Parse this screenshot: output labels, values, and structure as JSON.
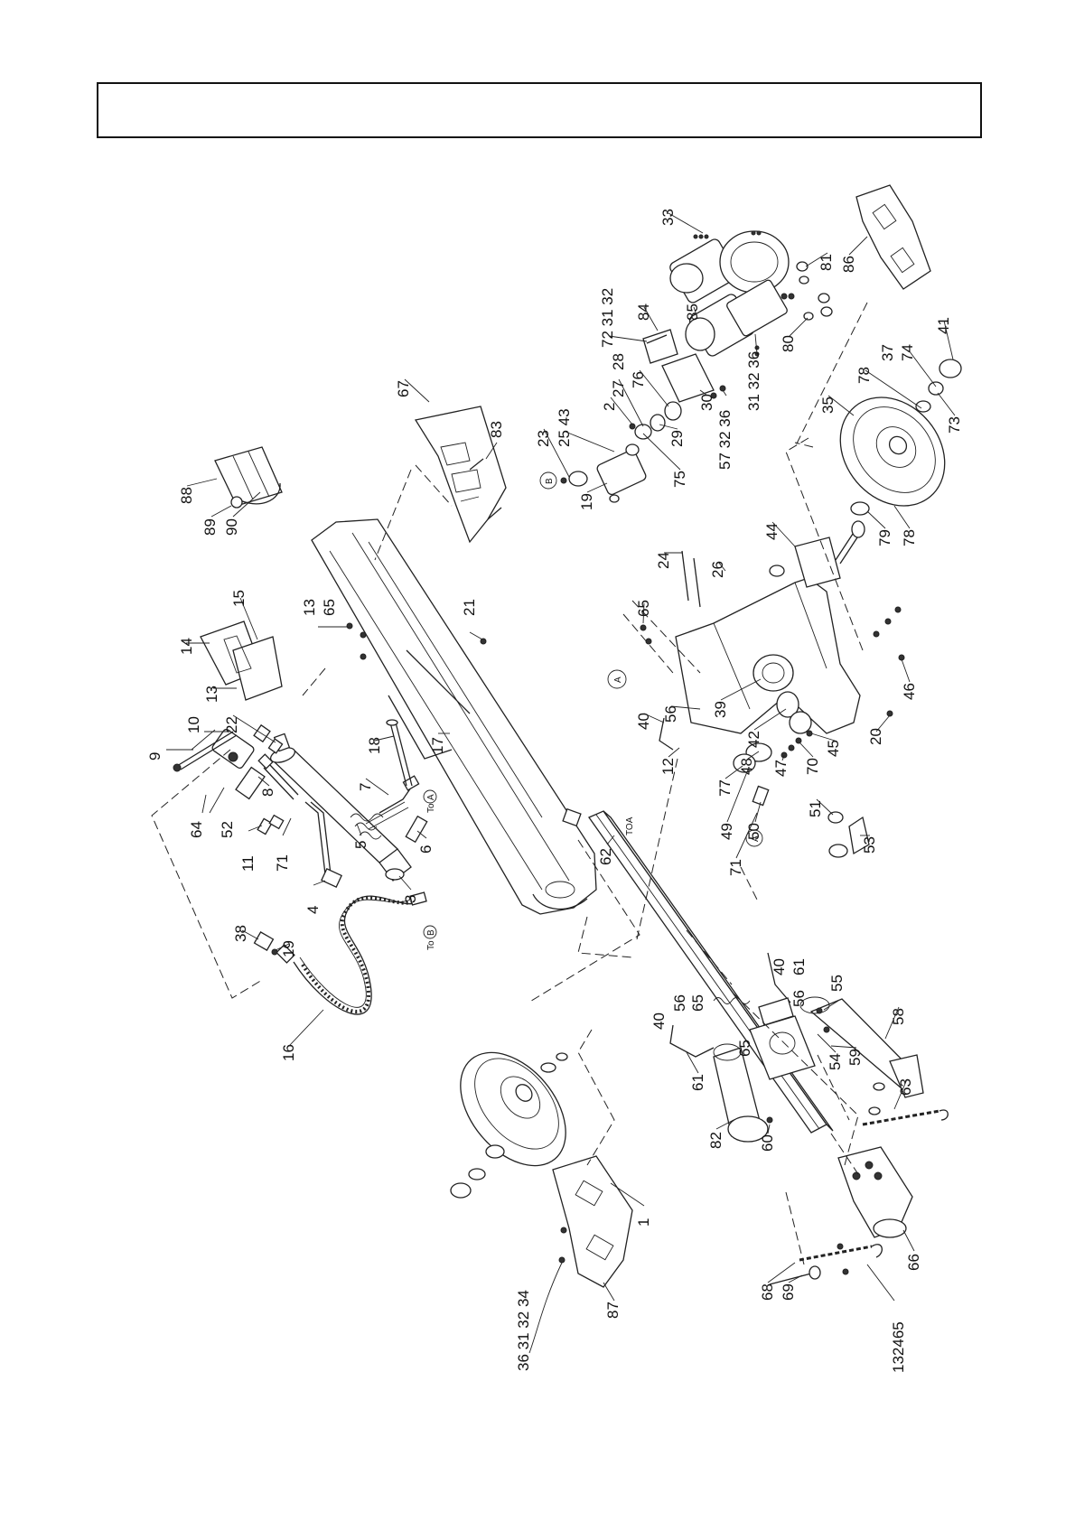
{
  "title_box": {
    "text": ""
  },
  "callouts": [
    "1",
    "2",
    "3",
    "4",
    "5",
    "6",
    "7",
    "8",
    "9",
    "10",
    "11",
    "12",
    "13",
    "14",
    "15",
    "16",
    "17",
    "18",
    "19",
    "20",
    "21",
    "22",
    "23",
    "24",
    "25",
    "26",
    "27",
    "28",
    "29",
    "30",
    "31",
    "32",
    "33",
    "34",
    "35",
    "36",
    "37",
    "38",
    "39",
    "40",
    "41",
    "42",
    "43",
    "44",
    "45",
    "46",
    "47",
    "48",
    "49",
    "50",
    "51",
    "52",
    "53",
    "54",
    "55",
    "56",
    "57",
    "58",
    "59",
    "60",
    "61",
    "62",
    "63",
    "64",
    "65",
    "66",
    "67",
    "68",
    "69",
    "70",
    "71",
    "72",
    "73",
    "74",
    "75",
    "76",
    "77",
    "78",
    "79",
    "80",
    "81",
    "82",
    "83",
    "84",
    "85",
    "86",
    "87",
    "88",
    "89",
    "90"
  ],
  "references": {
    "to_a": "To",
    "to_b": "To",
    "marker_a": "A",
    "marker_b": "B",
    "beam_marker": "TOA"
  }
}
